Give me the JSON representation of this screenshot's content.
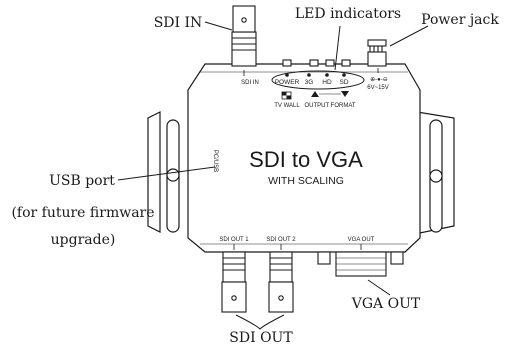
{
  "device": {
    "title": "SDI to VGA",
    "subtitle": "WITH SCALING",
    "top_labels": {
      "sdi_in": "SDI IN",
      "power": "POWER",
      "g3": "3G",
      "hd": "HD",
      "sd": "SD",
      "voltage": "6V~15V",
      "tv_wall": "TV WALL",
      "output_format": "OUTPUT FORMAT"
    },
    "side_label": "PC/USB",
    "bottom_labels": {
      "sdi_out_1": "SDI OUT 1",
      "sdi_out_2": "SDI OUT 2",
      "vga_out": "VGA OUT"
    }
  },
  "callouts": {
    "sdi_in": "SDI IN",
    "led_indicators": "LED indicators",
    "power_jack": "Power jack",
    "usb_port": "USB port",
    "usb_note_line1": "(for future firmware",
    "usb_note_line2": "upgrade)",
    "vga_out": "VGA OUT",
    "sdi_out": "SDI OUT"
  },
  "colors": {
    "outline": "#1a1a1a",
    "fill": "#ffffff"
  }
}
